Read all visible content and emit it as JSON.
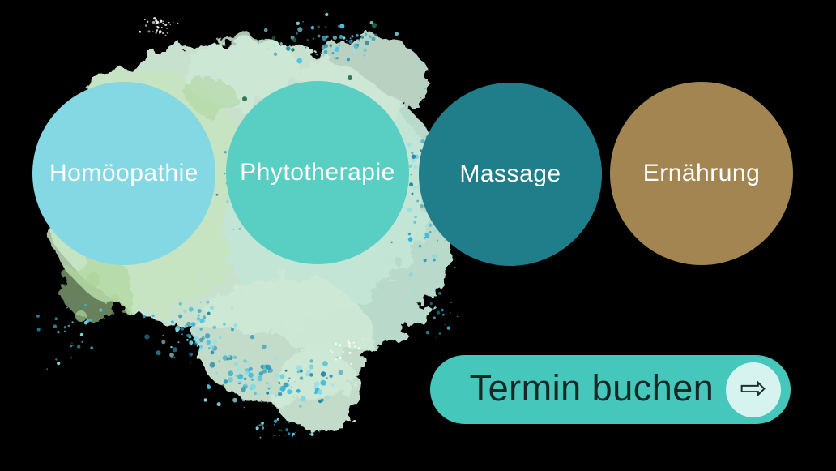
{
  "banner": {
    "background_color": "#000000"
  },
  "categories": [
    {
      "label": "Homöopathie",
      "color": "#84d8e3",
      "text_color": "#ffffff"
    },
    {
      "label": "Phytotherapie",
      "color": "#58cfc2",
      "text_color": "#ffffff"
    },
    {
      "label": "Massage",
      "color": "#1f7e8a",
      "text_color": "#ffffff"
    },
    {
      "label": "Ernährung",
      "color": "#a28551",
      "text_color": "#ffffff"
    }
  ],
  "cta": {
    "label": "Termin buchen",
    "background_color": "#45c7bb",
    "text_color": "#162726",
    "arrow_icon": "⇨",
    "arrow_icon_color": "#1d2e2c",
    "arrow_circle_color": "#d7f3f0"
  },
  "splash": {
    "blob_mint": "#cde8d5",
    "blob_mint_cool": "#c3e5d6",
    "blob_green": "#c6e4bf",
    "accent_green": "#aed69a",
    "speckle_teal": "#4fc3de",
    "speckle_deep_teal": "#2b93b5",
    "speckle_dark_green": "#1e6b46",
    "speckle_white": "#ffffff"
  }
}
